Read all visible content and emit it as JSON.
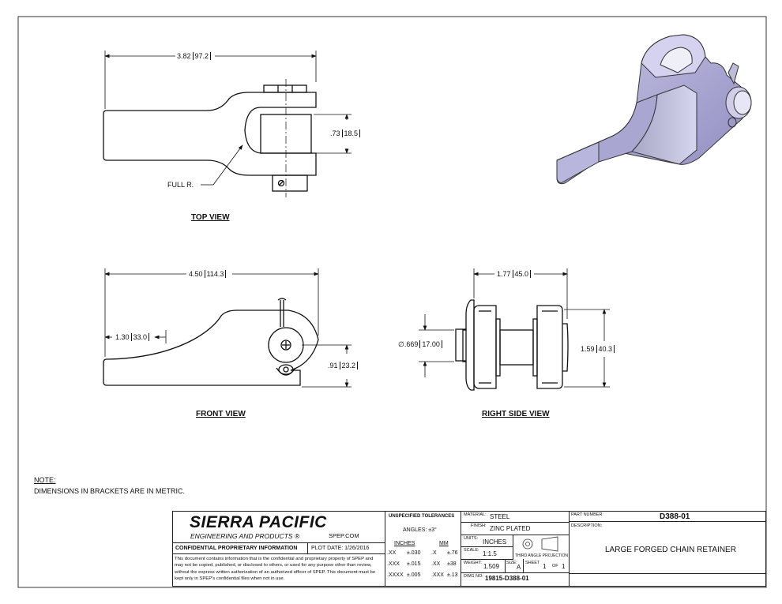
{
  "views": {
    "top": "TOP VIEW",
    "front": "FRONT VIEW",
    "right_side": "RIGHT SIDE VIEW"
  },
  "dimensions": {
    "top_length": "3.82",
    "top_length_mm": "97.2",
    "top_gap": ".73",
    "top_gap_mm": "18.5",
    "full_r": "FULL R.",
    "front_length": "4.50",
    "front_length_mm": "114.3",
    "front_offset": "1.30",
    "front_offset_mm": "33.0",
    "front_height": ".91",
    "front_height_mm": "23.2",
    "side_width": "1.77",
    "side_width_mm": "45.0",
    "side_dia": ".669",
    "side_dia_mm": "17.00",
    "side_height": "1.59",
    "side_height_mm": "40.3",
    "dia_symbol": "∅"
  },
  "note": {
    "title": "NOTE:",
    "text": "DIMENSIONS IN BRACKETS ARE IN METRIC."
  },
  "title_block": {
    "company": "SIERRA PACIFIC",
    "company_sub": "ENGINEERING AND PRODUCTS",
    "registered": "®",
    "website": "SPEP.COM",
    "confidential_title": "CONFIDENTIAL PROPRIETARY INFORMATION",
    "plot_date_label": "PLOT DATE:",
    "plot_date": "1/26/2016",
    "confidential_text": "This document contains information that is the confidential and proprietary property of SPEP and may not be copied, published, or disclosed to others, or used for any purpose other than review, without the express written authorization of an authorized officer of SPEP. This document must be kept only in SPEP's confidential files when not in use.",
    "tolerances_title": "UNSPECIFIED TOLERANCES",
    "angles": "ANGLES: ±3°",
    "inches_hdr": "INCHES",
    "mm_hdr": "MM",
    "tol_rows": [
      {
        "in_k": ".XX",
        "in_v": "±.030",
        "mm_k": ".X",
        "mm_v": "±.76"
      },
      {
        "in_k": ".XXX",
        "in_v": "±.015",
        "mm_k": ".XX",
        "mm_v": "±38"
      },
      {
        "in_k": ".XXXX",
        "in_v": "±.005",
        "mm_k": ".XXX",
        "mm_v": "±.13"
      }
    ],
    "material_label": "MATERIAL:",
    "material": "STEEL",
    "finish_label": "FINISH:",
    "finish": "ZINC PLATED",
    "units_label": "UNITS:",
    "units": "INCHES",
    "scale_label": "SCALE:",
    "scale": "1:1.5",
    "projection": "THIRD ANGLE PROJECTION",
    "weight_label": "WEIGHT:",
    "weight": "1.509",
    "size_label": "SIZE:",
    "size": "A",
    "sheet_label": "SHEET",
    "sheet": "1",
    "of_label": "OF",
    "sheet_total": "1",
    "dwg_label": "DWG NO:",
    "dwg": "19815-D388-01",
    "part_label": "PART NUMBER:",
    "part": "D388-01",
    "desc_label": "DESCRIPTION:",
    "description": "LARGE FORGED CHAIN RETAINER"
  }
}
